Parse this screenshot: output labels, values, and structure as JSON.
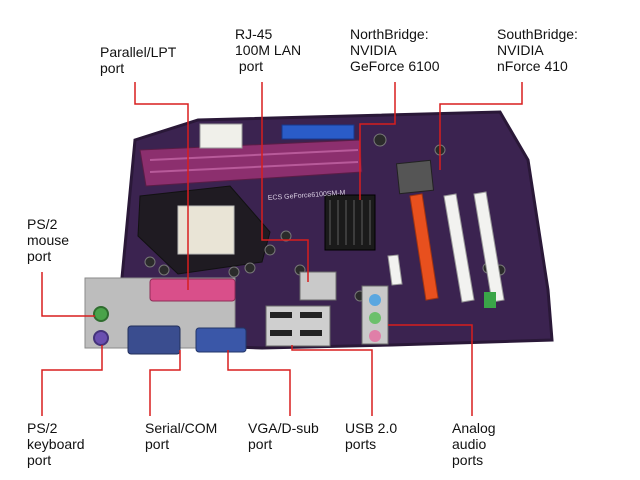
{
  "labels": {
    "parallel": "Parallel/LPT\nport",
    "rj45": "RJ-45\n100M LAN\n port",
    "northbridge": "NorthBridge:\nNVIDIA\nGeForce 6100",
    "southbridge": "SouthBridge:\nNVIDIA\nnForce 410",
    "ps2_mouse": "PS/2\nmouse\nport",
    "ps2_keyboard": "PS/2\nkeyboard\nport",
    "serial": "Serial/COM\nport",
    "vga": "VGA/D-sub\nport",
    "usb": "USB 2.0\nports",
    "audio": "Analog\naudio\nports"
  },
  "colors": {
    "callout": "#d81e1e",
    "pcb": "#3b2350",
    "pcb_edge": "#2a1838",
    "pci_slot": "#f2f2f0",
    "pcie_slot": "#e8501e",
    "dimm_slot": "#8c2f6e",
    "ide_connector": "#2a5cc8",
    "lpt_connector": "#d94f8a",
    "vga_connector": "#3a57a8",
    "serial_connector": "#3a4d8f",
    "ps2_mouse": "#4aa34a",
    "ps2_keyboard": "#6a4fb0",
    "heatsink": "#1a1a1a",
    "label_text": "#111111"
  },
  "board_text": "ECS GeForce6100SM-M"
}
